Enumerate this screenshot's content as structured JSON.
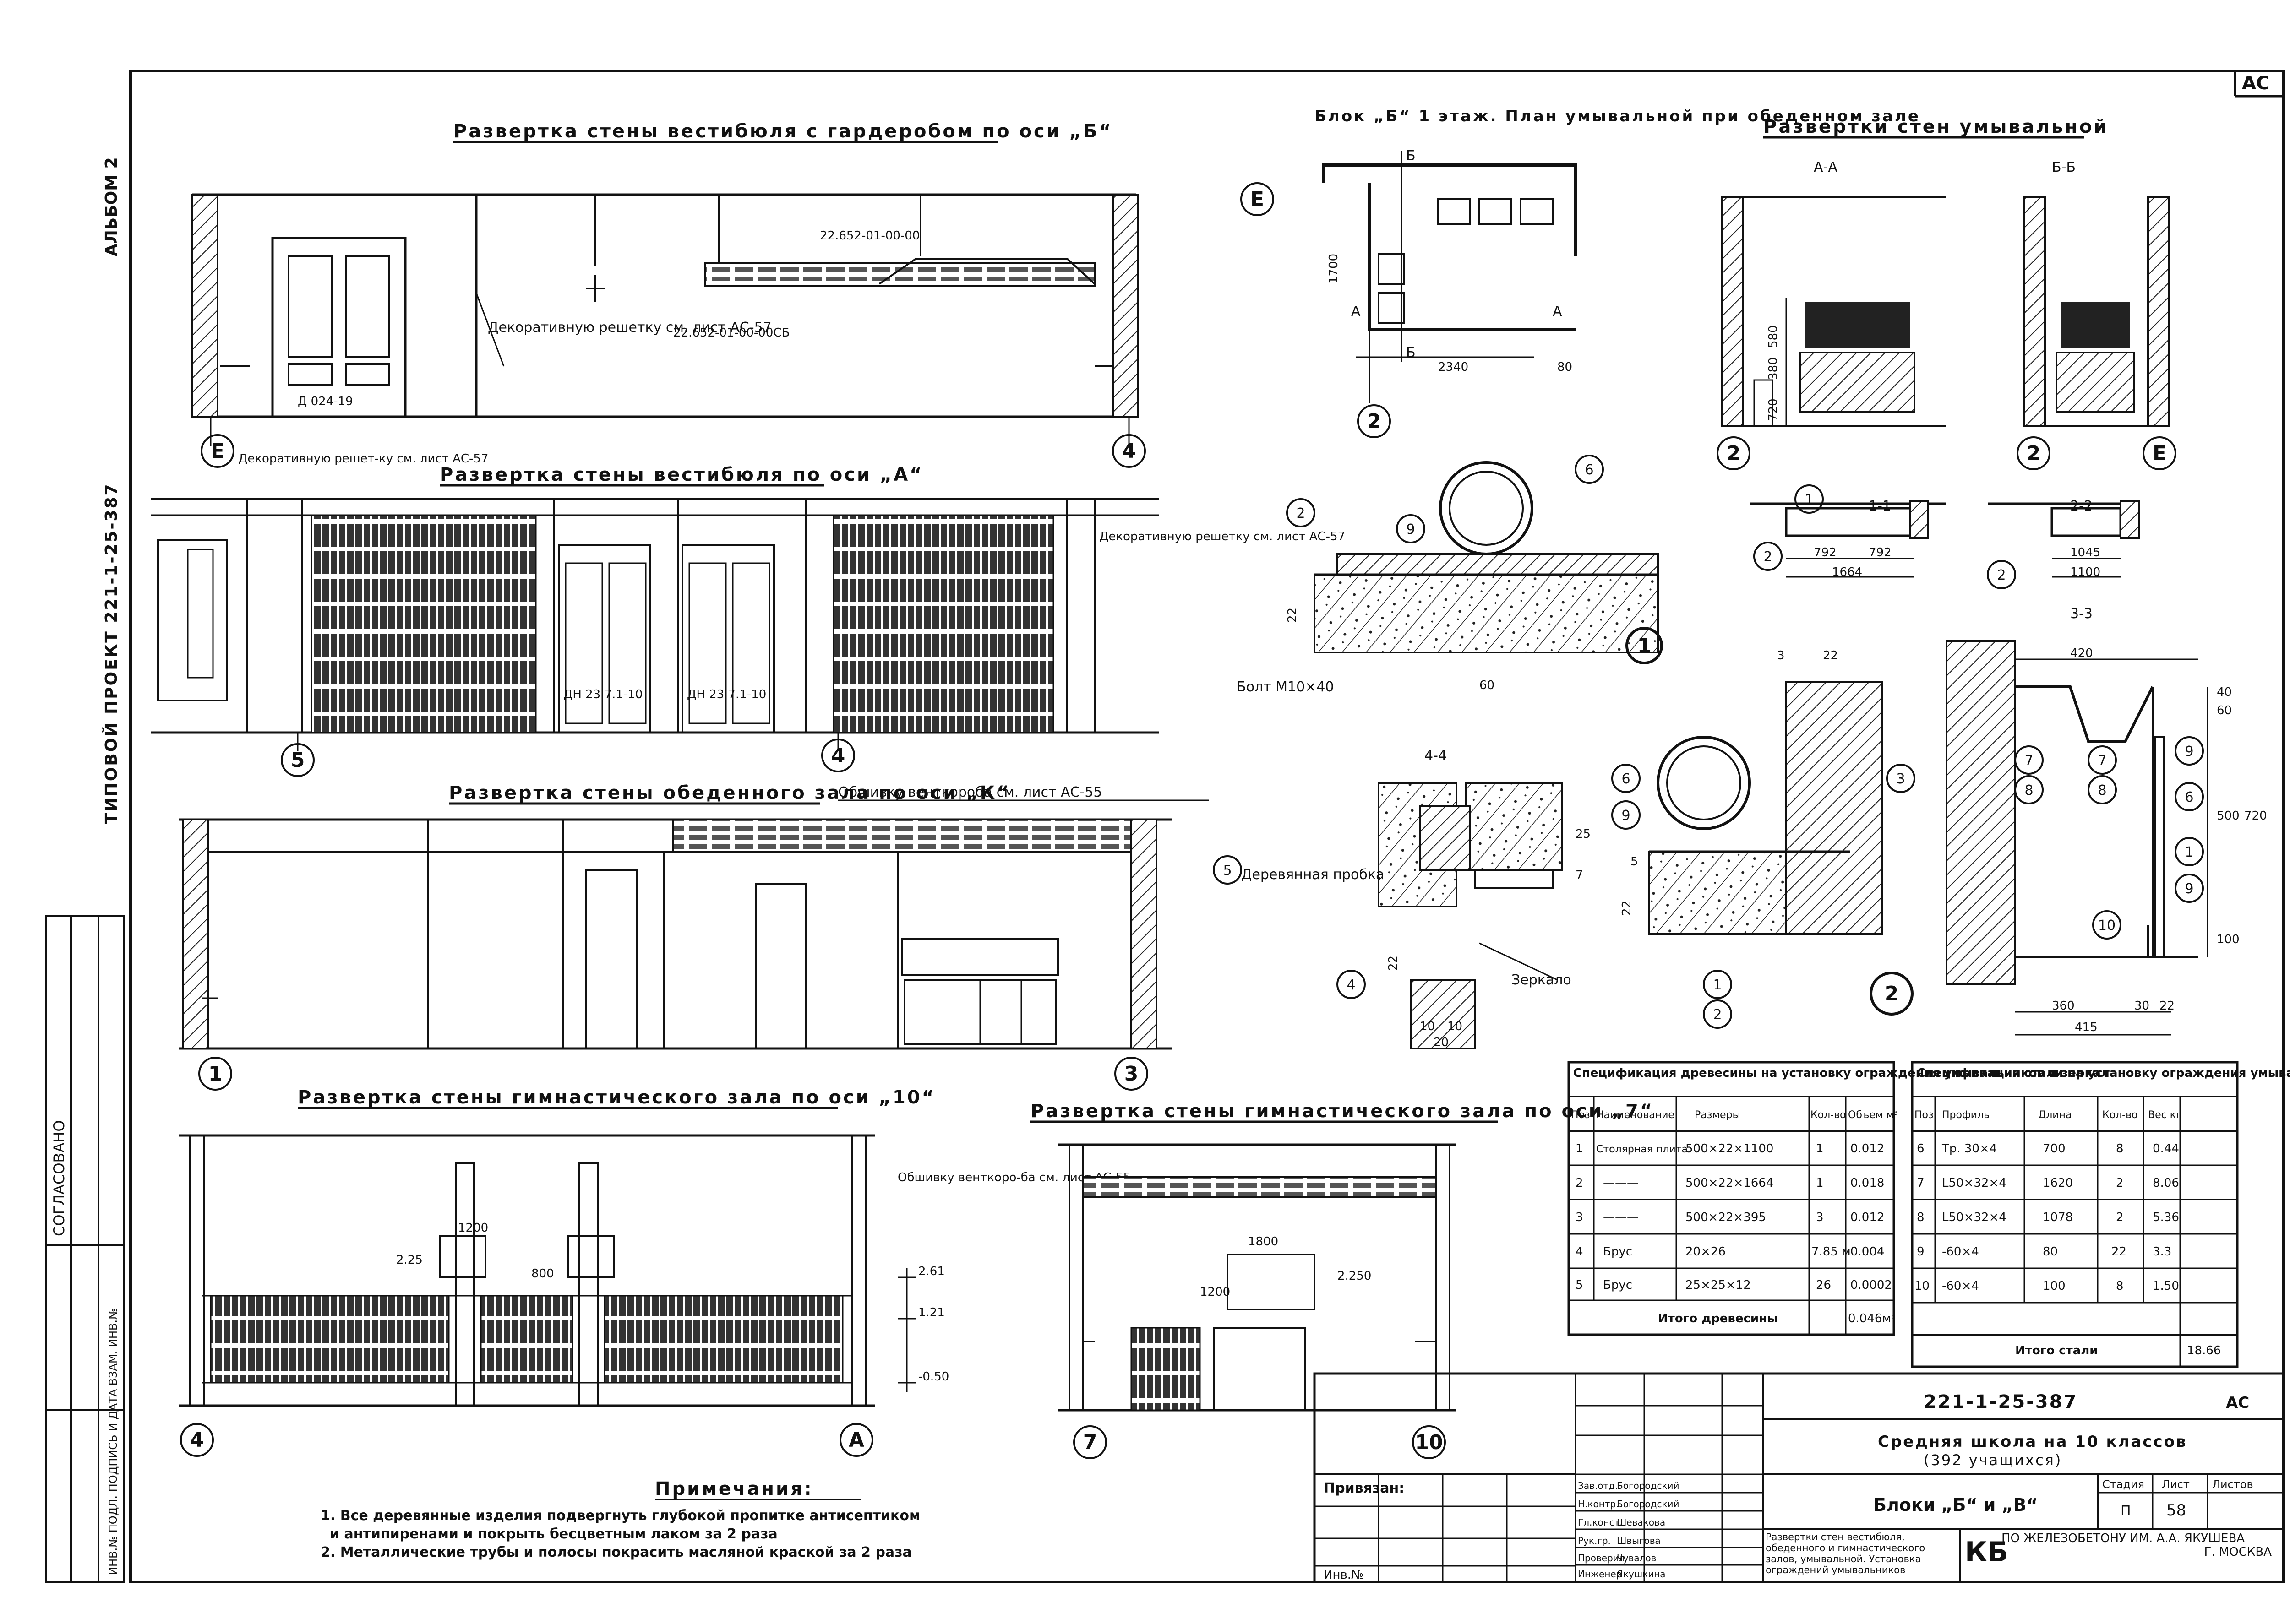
{
  "sheet": {
    "corner_code": "АС",
    "album_label": "АЛЬБОМ 2",
    "project_label": "ТИПОВОЙ ПРОЕКТ 221-1-25-387",
    "approved_label": "СОГЛАСОВАНО",
    "inv_label": "ИНВ.№ ПОДЛ. ПОДПИСЬ И ДАТА  ВЗАМ. ИНВ.№"
  },
  "views": {
    "lobby_wall_b": {
      "title": "Развертка стены вестибюля с гардеробом по оси „Б“",
      "note_grille": "Декоративную решетку см. лист АС-57",
      "code_top": "22.652-01-00-00",
      "code_bottom": "22.652-01-00-00СБ",
      "door_code": "Д 024-19",
      "axes": [
        "Е",
        "4"
      ]
    },
    "lobby_wall_a": {
      "title": "Развертка стены вестибюля по оси „А“",
      "note_left": "Декоративную решет-ку см. лист АС-57",
      "note_right": "Декоративную решетку см. лист АС-57",
      "door1": "ДН 23  7.1-10",
      "door2": "ДН 23  7.1-10",
      "axes": [
        "5",
        "4"
      ]
    },
    "dining_wall_k": {
      "title": "Развертка стены обеденного зала по оси „К“",
      "note": "Обшивку венткороба см. лист АС-55",
      "axes": [
        "1",
        "3"
      ]
    },
    "gym_wall_10": {
      "title": "Развертка стены гимнастического зала по оси „10“",
      "note": "Обшивку венткоро-ба см. лист АС-55",
      "dims": [
        "2.25",
        "1200",
        "800"
      ],
      "levels": [
        "2.61",
        "1.21",
        "-0.50"
      ],
      "axes": [
        "4",
        "А"
      ]
    },
    "gym_wall_7": {
      "title": "Развертка стены гимнастического зала по оси „7“",
      "dims": [
        "1800",
        "1200",
        "2.250"
      ],
      "axes": [
        "7",
        "10"
      ]
    },
    "block_plan": {
      "title": "Блок „Б“ 1 этаж. План умывальной при обеденном зале",
      "dims": [
        "1700",
        "2340",
        "80"
      ],
      "section_marks": [
        "Б",
        "Б",
        "А",
        "А"
      ],
      "axes": [
        "Е",
        "2"
      ]
    },
    "washroom": {
      "title": "Развертки стен умывальной",
      "sec_aa": "А-А",
      "sec_bb": "Б-Б",
      "sec_11": "1-1",
      "sec_22": "2-2",
      "sec_33": "3-3",
      "dims_aa": [
        "580",
        "380",
        "720"
      ],
      "dims_11": [
        "792",
        "792",
        "1664"
      ],
      "dims_22": [
        "1045",
        "1100"
      ],
      "dims_33": [
        "420",
        "40",
        "60",
        "500",
        "720",
        "100",
        "360",
        "30",
        "22",
        "415"
      ],
      "axes": [
        "2",
        "2",
        "Е"
      ]
    },
    "detail_1": {
      "label": "1",
      "bolt": "Болт М10×40",
      "dims": [
        "22",
        "60"
      ]
    },
    "detail_2": {
      "label": "2",
      "dims": [
        "3",
        "22",
        "5",
        "22"
      ]
    },
    "section_44": {
      "title": "4-4",
      "wood": "Деревянная пробка",
      "mirror": "Зеркало",
      "dims": [
        "25",
        "7",
        "22",
        "10",
        "10",
        "20"
      ]
    }
  },
  "wood_spec": {
    "title": "Спецификация древесины на установку ограждения умывальников и зеркала",
    "columns": [
      "Поз",
      "Наименование",
      "Размеры",
      "Кол-во",
      "Объем м³"
    ],
    "rows": [
      [
        "1",
        "Столярная плита",
        "500×22×1100",
        "1",
        "0.012"
      ],
      [
        "2",
        "———",
        "500×22×1664",
        "1",
        "0.018"
      ],
      [
        "3",
        "———",
        "500×22×395",
        "3",
        "0.012"
      ],
      [
        "4",
        "Брус",
        "20×26",
        "7.85 м",
        "0.004"
      ],
      [
        "5",
        "Брус",
        "25×25×12",
        "26",
        "0.0002"
      ]
    ],
    "total_label": "Итого древесины",
    "total_value": "0.046м³"
  },
  "steel_spec": {
    "title": "Спецификация стали на установку ограждения умывальников",
    "columns": [
      "Поз",
      "Профиль",
      "Длина",
      "Кол-во",
      "Вес кг"
    ],
    "rows": [
      [
        "6",
        "Тр. 30×4",
        "700",
        "8",
        "0.44"
      ],
      [
        "7",
        "L50×32×4",
        "1620",
        "2",
        "8.06"
      ],
      [
        "8",
        "L50×32×4",
        "1078",
        "2",
        "5.36"
      ],
      [
        "9",
        "-60×4",
        "80",
        "22",
        "3.3"
      ],
      [
        "10",
        "-60×4",
        "100",
        "8",
        "1.50"
      ]
    ],
    "total_label": "Итого стали",
    "total_value": "18.66"
  },
  "notes": {
    "heading": "Примечания:",
    "line1": "1. Все деревянные изделия подвергнуть глубокой пропитке антисептиком",
    "line2": "и антипиренами и покрыть бесцветным лаком за 2 раза",
    "line3": "2. Металлические трубы и полосы покрасить масляной краской за 2 раза"
  },
  "title_block": {
    "code": "221-1-25-387",
    "sheet_mark": "АС",
    "project_name": "Средняя школа на 10 классов",
    "project_sub": "(392 учащихся)",
    "block_name": "Блоки „Б“ и „В“",
    "stage_hdr": "Стадия",
    "sheet_hdr": "Лист",
    "sheets_hdr": "Листов",
    "stage": "П",
    "sheet_no": "58",
    "bound_label": "Привязан:",
    "inv_label": "Инв.№",
    "description": "Развертки стен вестибюля, обеденного и гимнастического залов, умывальной. Установка ограждений умывальников",
    "org_abbr": "КБ",
    "org": "по железобетону им. А.А. Якушева",
    "city": "г. Москва",
    "staff": [
      [
        "Зав.отд.",
        "Богородский"
      ],
      [
        "Н.контр.",
        "Богородский"
      ],
      [
        "Гл.конст.",
        "Шевакова"
      ],
      [
        "Рук.гр.",
        "Швыгова"
      ],
      [
        "Проверил",
        "Чувалов"
      ],
      [
        "Инженер",
        "Якушкина"
      ]
    ]
  }
}
